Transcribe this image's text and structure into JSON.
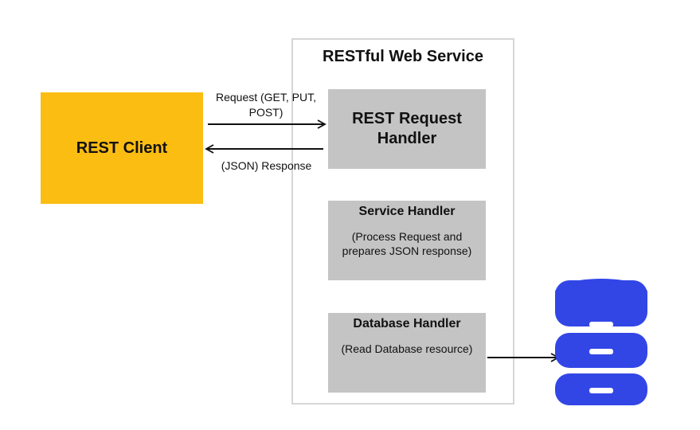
{
  "colors": {
    "client_fill": "#fbbd12",
    "handler_fill": "#c4c4c4",
    "database_fill": "#3246e6",
    "arrow": "#111111"
  },
  "client": {
    "label": "REST Client"
  },
  "service": {
    "title": "RESTful Web Service",
    "request_handler": {
      "title": "REST Request Handler"
    },
    "service_handler": {
      "title": "Service Handler",
      "description": "(Process Request and prepares JSON response)"
    },
    "database_handler": {
      "title": "Database Handler",
      "description": "(Read Database resource)"
    }
  },
  "arrows": {
    "request_label": "Request (GET, PUT, POST)",
    "response_label": "(JSON) Response"
  },
  "database": {
    "icon": "database-icon"
  }
}
